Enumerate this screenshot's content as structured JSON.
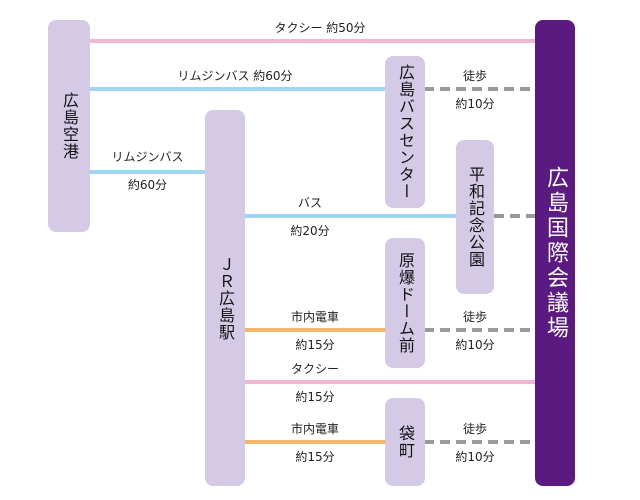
{
  "nodes": {
    "airport": "広島空港",
    "jr_station": "ＪＲ広島駅",
    "bus_center": "広島バスセンター",
    "heiwa": "平和記念公園",
    "genbaku": "原爆ドーム前",
    "fukuromachi": "袋町",
    "icc": "広島国際会議場"
  },
  "routes": {
    "airport_taxi": "タクシー 約50分",
    "airport_limo_bc": "リムジンバス 約60分",
    "airport_limo_jr_mode": "リムジンバス",
    "airport_limo_jr_time": "約60分",
    "jr_bus_mode": "バス",
    "jr_bus_time": "約20分",
    "jr_tram_genbaku_mode": "市内電車",
    "jr_tram_genbaku_time": "約15分",
    "jr_taxi_mode": "タクシー",
    "jr_taxi_time": "約15分",
    "jr_tram_fukuro_mode": "市内電車",
    "jr_tram_fukuro_time": "約15分",
    "walk_bc_mode": "徒歩",
    "walk_bc_time": "約10分",
    "walk_genbaku_mode": "徒歩",
    "walk_genbaku_time": "約10分",
    "walk_fukuro_mode": "徒歩",
    "walk_fukuro_time": "約10分"
  },
  "colors": {
    "taxi": "#f0b6d3",
    "bus": "#9fd6f2",
    "tram": "#f5b56a",
    "walk": "#9a9a9a",
    "station_box": "#d4cae6",
    "destination_box": "#5b1a80"
  }
}
